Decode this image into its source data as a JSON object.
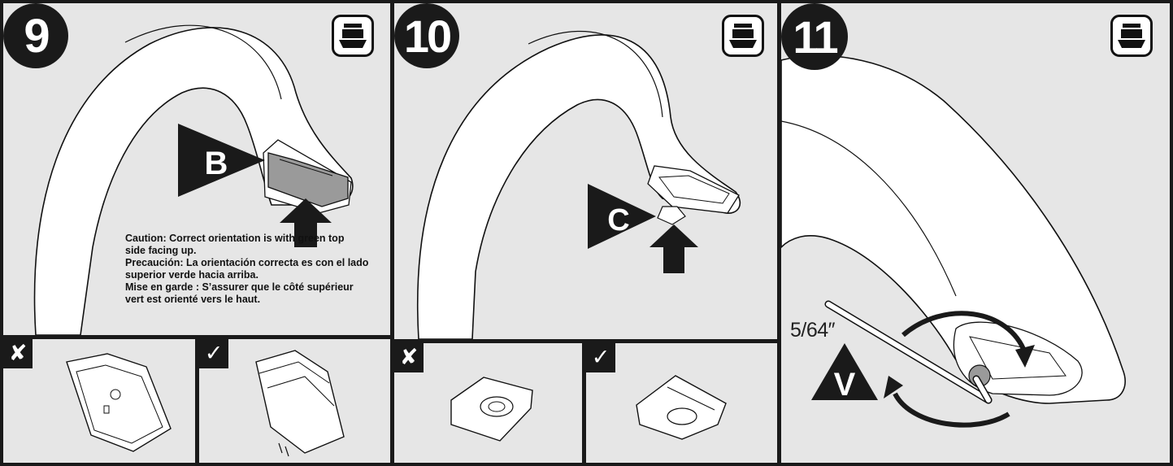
{
  "steps": [
    {
      "number": "9",
      "callout": "B",
      "tool_icon": "basin-faucet-icon"
    },
    {
      "number": "10",
      "callout": "C",
      "tool_icon": "basin-faucet-icon"
    },
    {
      "number": "11",
      "callout": "V",
      "tool_icon": "basin-faucet-icon"
    }
  ],
  "caution": {
    "en_line1": "Caution: Correct orientation is with green top",
    "en_line2": "side facing up.",
    "es_line1": "Precaución: La orientación correcta es con el lado",
    "es_line2": "superior verde hacia arriba.",
    "fr_line1": "Mise en garde : S’assurer que le côté supérieur",
    "fr_line2": "vert est orienté vers le haut."
  },
  "marks": {
    "wrong": "✘",
    "right": "✓"
  },
  "allen_key": {
    "size": "5/64″"
  },
  "colors": {
    "ink": "#1a1a1a",
    "panel": "#e6e6e6",
    "part": "#ffffff",
    "highlight": "#9a9a9a"
  }
}
